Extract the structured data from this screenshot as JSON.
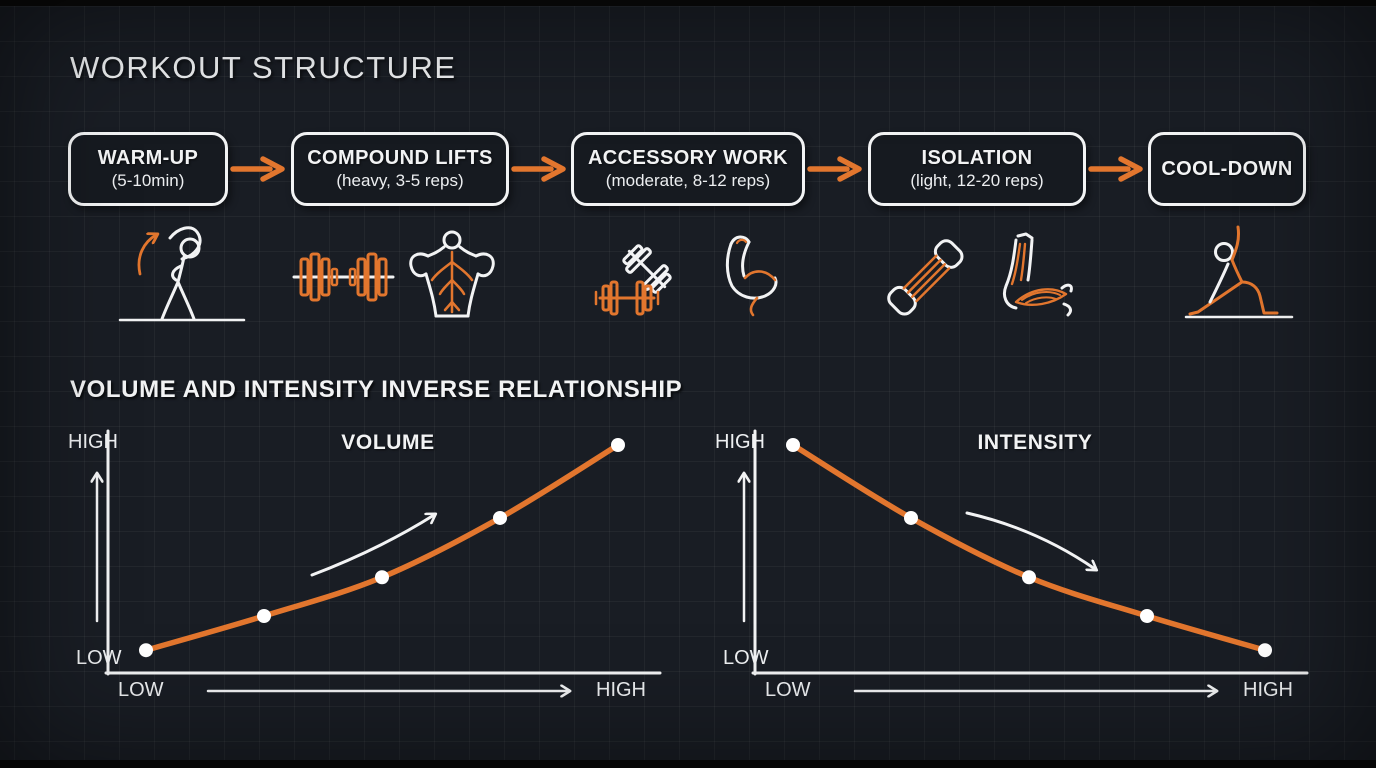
{
  "header": {
    "title": "WORKOUT STRUCTURE"
  },
  "flow": {
    "steps": [
      {
        "title": "WARM-UP",
        "subtitle": "(5-10min)",
        "icons": [
          "side-stretch-figure",
          "stretch-direction-arrow"
        ]
      },
      {
        "title": "COMPOUND LIFTS",
        "subtitle": "(heavy, 3-5 reps)",
        "icons": [
          "barbell",
          "back-double-biceps-pose"
        ]
      },
      {
        "title": "ACCESSORY WORK",
        "subtitle": "(moderate, 8-12 reps)",
        "icons": [
          "crossed-dumbbells",
          "flexed-bicep"
        ]
      },
      {
        "title": "ISOLATION",
        "subtitle": "(light, 12-20 reps)",
        "icons": [
          "resistance-band",
          "arm-muscle-anatomy"
        ]
      },
      {
        "title": "COOL-DOWN",
        "subtitle": "",
        "icons": [
          "yoga-side-angle-pose"
        ]
      }
    ]
  },
  "section": {
    "title": "VOLUME AND INTENSITY INVERSE RELATIONSHIP"
  },
  "chart_data": [
    {
      "type": "line",
      "title": "VOLUME",
      "x": [
        1,
        2,
        3,
        4,
        5
      ],
      "values": [
        10,
        25,
        42,
        68,
        100
      ],
      "ylim": [
        0,
        100
      ],
      "x_axis": {
        "low_label": "LOW",
        "high_label": "HIGH"
      },
      "y_axis": {
        "low_label": "LOW",
        "high_label": "HIGH"
      },
      "trend": "increasing",
      "grid": true,
      "legend": "none",
      "line_color": "#e2762e",
      "point_color": "#ffffff"
    },
    {
      "type": "line",
      "title": "INTENSITY",
      "x": [
        1,
        2,
        3,
        4,
        5
      ],
      "values": [
        100,
        68,
        42,
        25,
        10
      ],
      "ylim": [
        0,
        100
      ],
      "x_axis": {
        "low_label": "LOW",
        "high_label": "HIGH"
      },
      "y_axis": {
        "low_label": "LOW",
        "high_label": "HIGH"
      },
      "trend": "decreasing",
      "grid": true,
      "legend": "none",
      "line_color": "#e2762e",
      "point_color": "#ffffff"
    }
  ],
  "colors": {
    "background": "#191d24",
    "grid_line": "rgba(255,255,255,0.045)",
    "accent_orange": "#e2762e",
    "white": "#f2f3f4",
    "box_fill": "#161a20"
  }
}
